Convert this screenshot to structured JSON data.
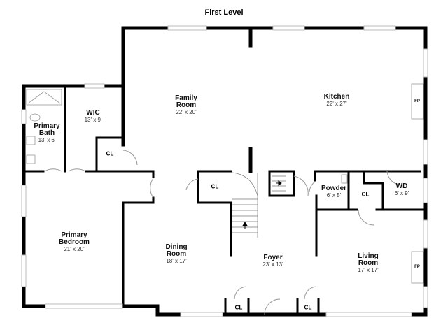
{
  "title": "First Level",
  "rooms": [
    {
      "name": "Family Room",
      "line1": "Family",
      "line2": "Room",
      "dims": "22' x 20'"
    },
    {
      "name": "Kitchen",
      "line1": "Kitchen",
      "line2": "",
      "dims": "22' x 27'"
    },
    {
      "name": "WIC",
      "line1": "WIC",
      "line2": "",
      "dims": "13' x 9'"
    },
    {
      "name": "Primary Bath",
      "line1": "Primary",
      "line2": "Bath",
      "dims": "13' x 6'"
    },
    {
      "name": "Primary Bedroom",
      "line1": "Primary",
      "line2": "Bedroom",
      "dims": "21' x 20'"
    },
    {
      "name": "Dining Room",
      "line1": "Dining",
      "line2": "Room",
      "dims": "18' x 17'"
    },
    {
      "name": "Foyer",
      "line1": "Foyer",
      "line2": "",
      "dims": "23' x 13'"
    },
    {
      "name": "Powder",
      "line1": "Powder",
      "line2": "",
      "dims": "6' x 5'"
    },
    {
      "name": "WD",
      "line1": "WD",
      "line2": "",
      "dims": "6' x 9'"
    },
    {
      "name": "Living Room",
      "line1": "Living",
      "line2": "Room",
      "dims": "17' x 17'"
    }
  ],
  "closets": [
    "CL",
    "CL",
    "CL",
    "CL",
    "CL"
  ],
  "fireplaces": [
    "FP",
    "FP"
  ],
  "colors": {
    "wall": "#000000",
    "window": "#cccccc"
  }
}
